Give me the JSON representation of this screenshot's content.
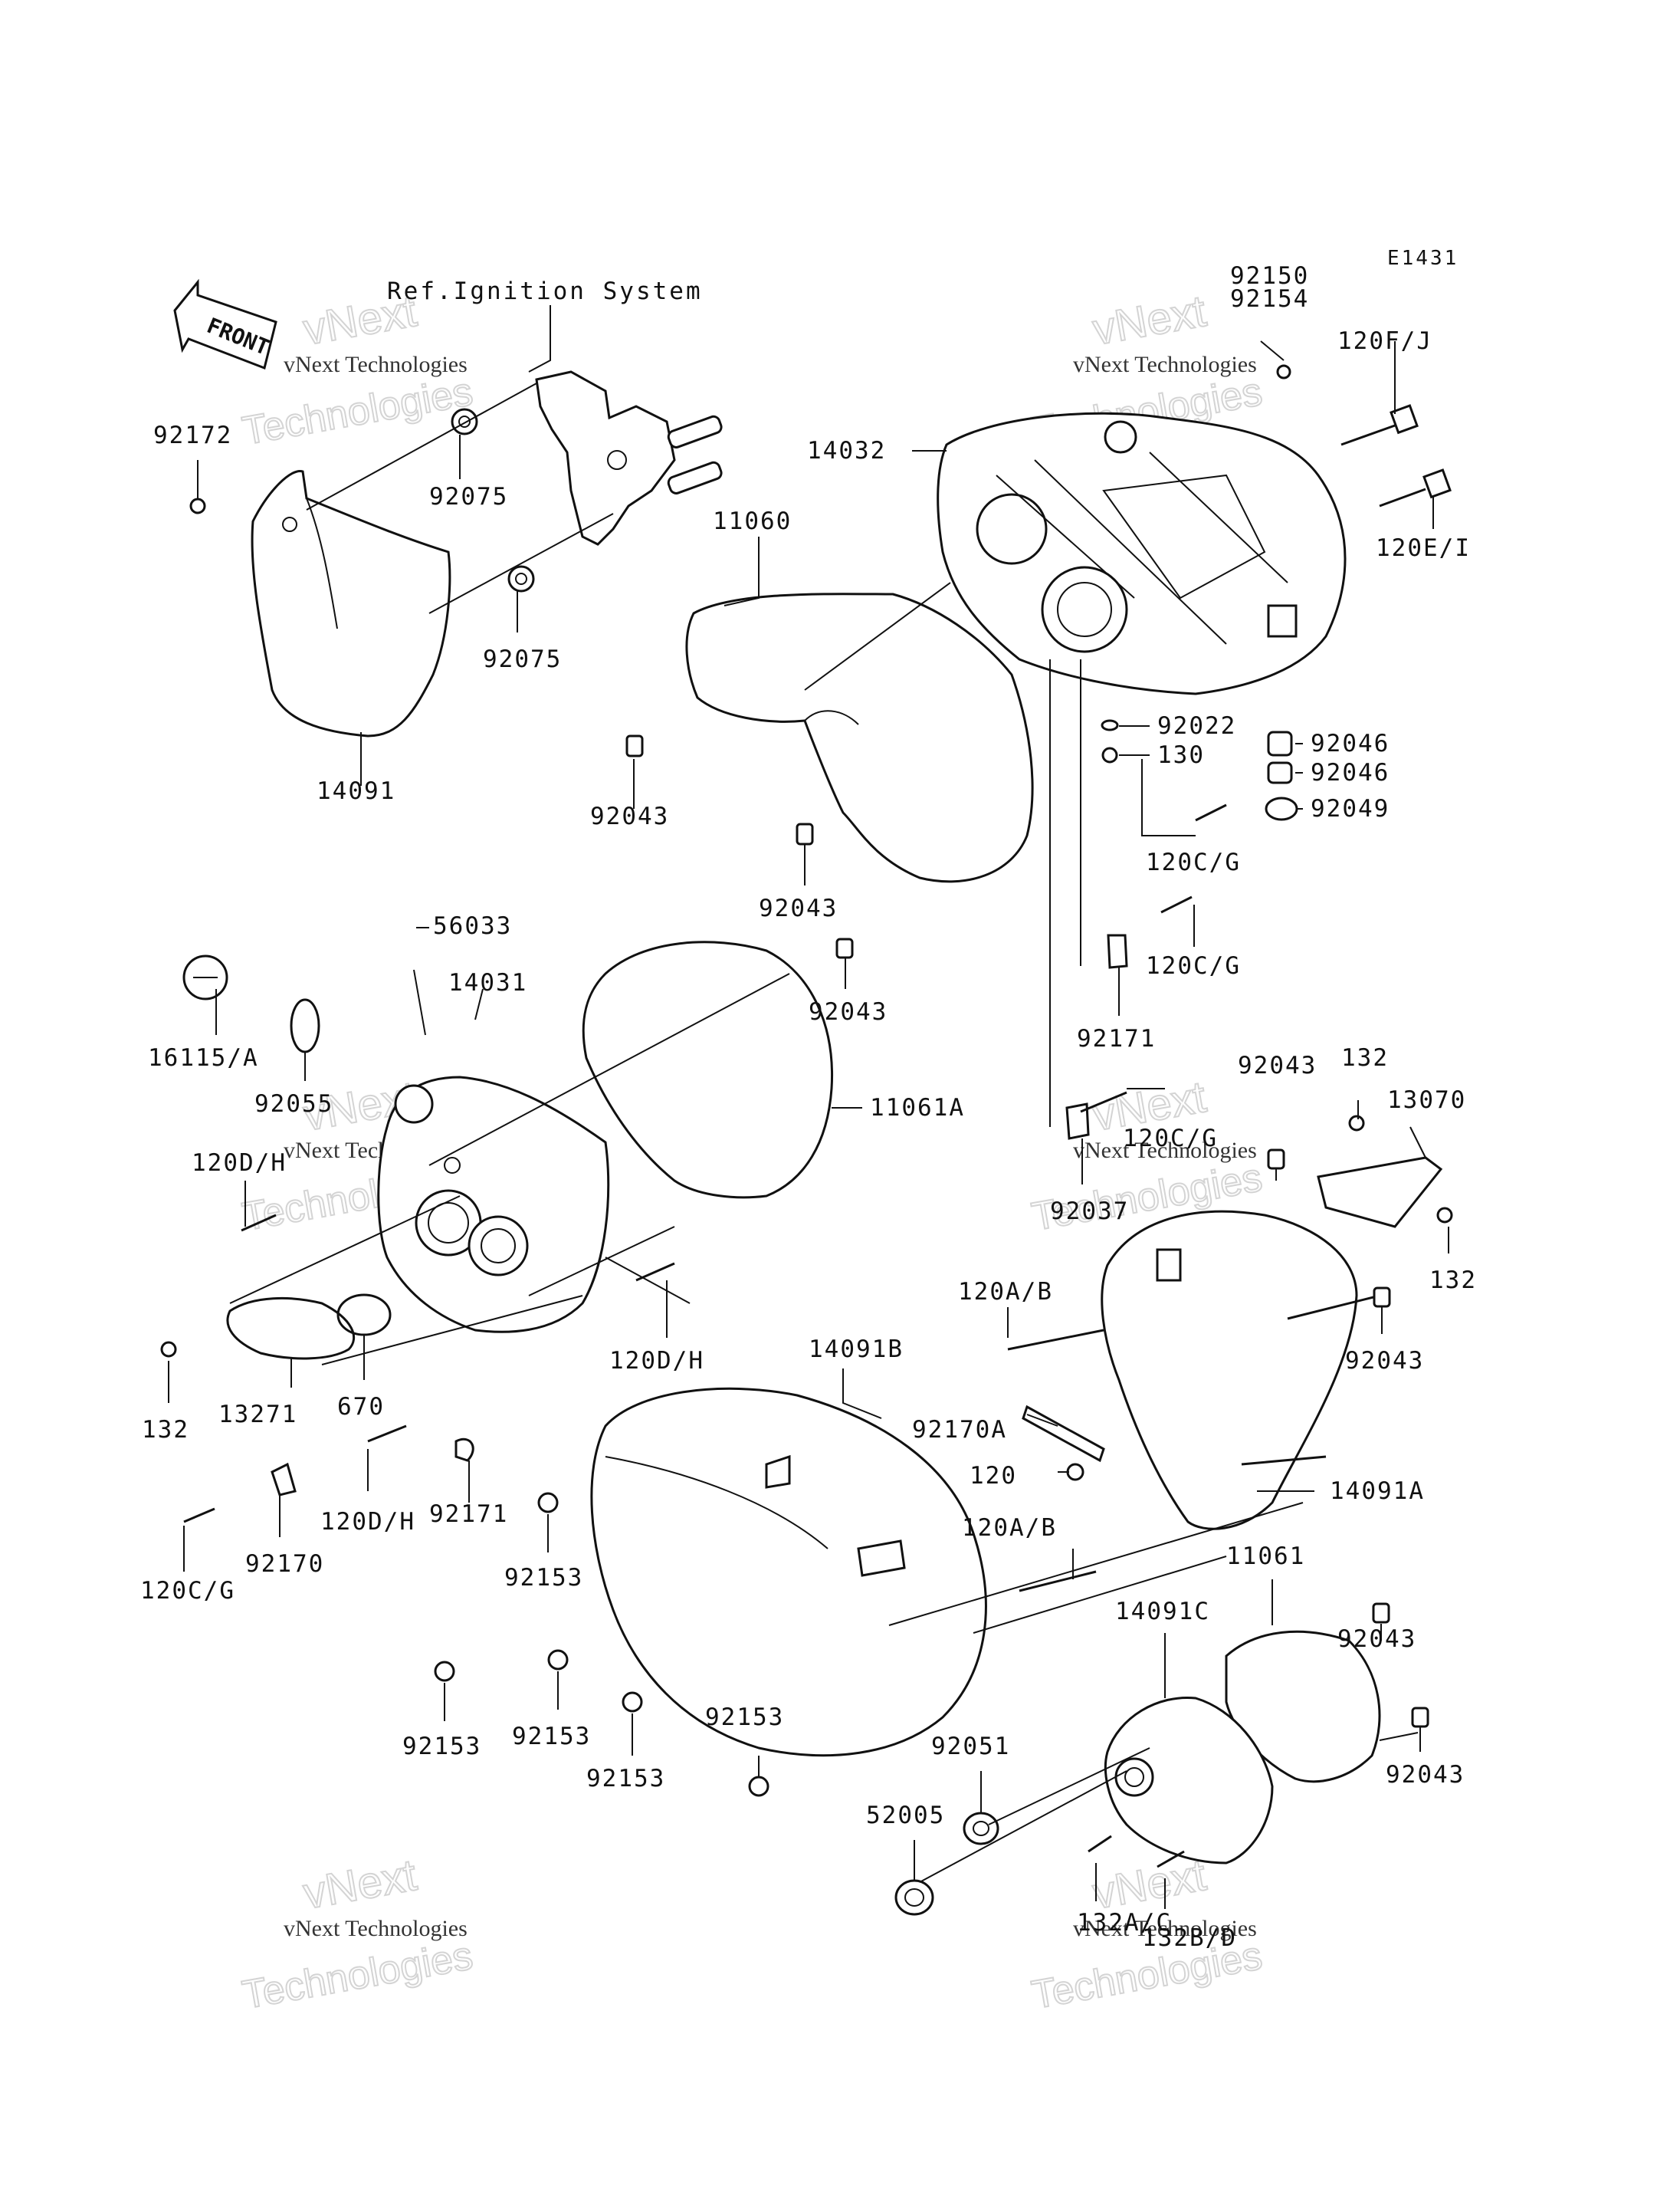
{
  "diagram": {
    "code": "E1431",
    "ref_note": "Ref.Ignition System",
    "front_arrow": "FRONT",
    "watermark_line1": "vNext",
    "watermark_line2": "vNext Technologies",
    "watermark_line3": "Technologies"
  },
  "labels": [
    "92172",
    "92075",
    "92075",
    "14091",
    "92150",
    "92154",
    "120F/J",
    "14032",
    "120E/I",
    "11060",
    "92043",
    "92043",
    "92022",
    "130",
    "92046",
    "92046",
    "92049",
    "120C/G",
    "120C/G",
    "92171",
    "56033",
    "14031",
    "16115/A",
    "92055",
    "92043",
    "11061A",
    "120D/H",
    "92037",
    "120C/G",
    "92043",
    "132",
    "13070",
    "132",
    "120A/B",
    "92043",
    "120D/H",
    "132",
    "13271",
    "670",
    "14091B",
    "92170A",
    "120",
    "14091A",
    "92171",
    "120D/H",
    "92170",
    "120C/G",
    "92153",
    "120A/B",
    "11061",
    "14091C",
    "92043",
    "92153",
    "92153",
    "92153",
    "92153",
    "92051",
    "92043",
    "52005",
    "132A/C",
    "132B/D"
  ]
}
